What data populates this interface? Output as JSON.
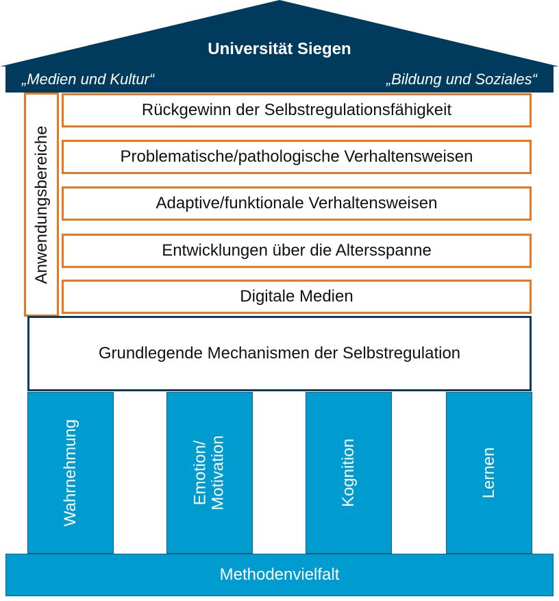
{
  "roof": {
    "title": "Universität Siegen",
    "left_label": "„Medien und Kultur“",
    "right_label": "„Bildung und Soziales“"
  },
  "side_label": "Anwendungsbereiche",
  "areas": [
    "Rückgewinn der Selbstregulationsfähigkeit",
    "Problematische/pathologische Verhaltensweisen",
    "Adaptive/funktionale Verhaltensweisen",
    "Entwicklungen über die Altersspanne",
    "Digitale Medien"
  ],
  "foundation": "Grundlegende Mechanismen der Selbstregulation",
  "pillars": [
    "Wahrnehmung",
    "Emotion/",
    "Motivation",
    "Kognition",
    "Lernen"
  ],
  "base": "Methodenvielfalt",
  "colors": {
    "roof": "#003a5d",
    "accent": "#e87722",
    "pillar": "#009ccf"
  }
}
